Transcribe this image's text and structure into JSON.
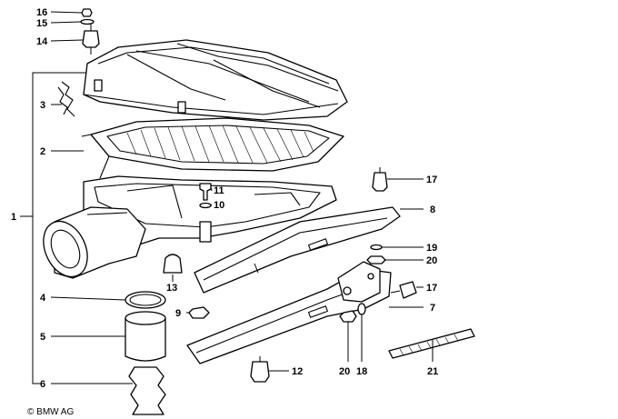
{
  "callouts": {
    "c1": "1",
    "c2": "2",
    "c3": "3",
    "c4": "4",
    "c5": "5",
    "c6": "6",
    "c7": "7",
    "c8": "8",
    "c9": "9",
    "c10": "10",
    "c11": "11",
    "c12": "12",
    "c13": "13",
    "c14": "14",
    "c15": "15",
    "c16": "16",
    "c17a": "17",
    "c17b": "17",
    "c18": "18",
    "c19": "19",
    "c20a": "20",
    "c20b": "20",
    "c21": "21"
  },
  "copyright": "© BMW AG"
}
